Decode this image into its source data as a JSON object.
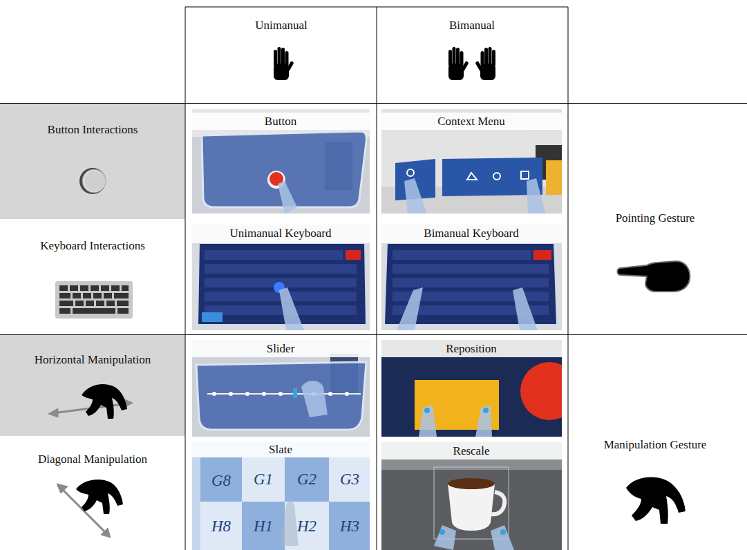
{
  "diagram": {
    "labels": [
      "Unimanual",
      "Bimanual",
      "Button Interactions",
      "Button",
      "Context Menu",
      "Pointing Gesture",
      "Keyboard Interactions",
      "Unimanual Keyboard",
      "Bimanual Keyboard",
      "Horizontal Manipulation",
      "Slider",
      "Reposition",
      "Manipulation Gesture",
      "Diagonal Manipulation",
      "Slate",
      "Rescale",
      "G8",
      "G1",
      "G2",
      "G3",
      "H8",
      "H1",
      "H2",
      "H3"
    ]
  }
}
